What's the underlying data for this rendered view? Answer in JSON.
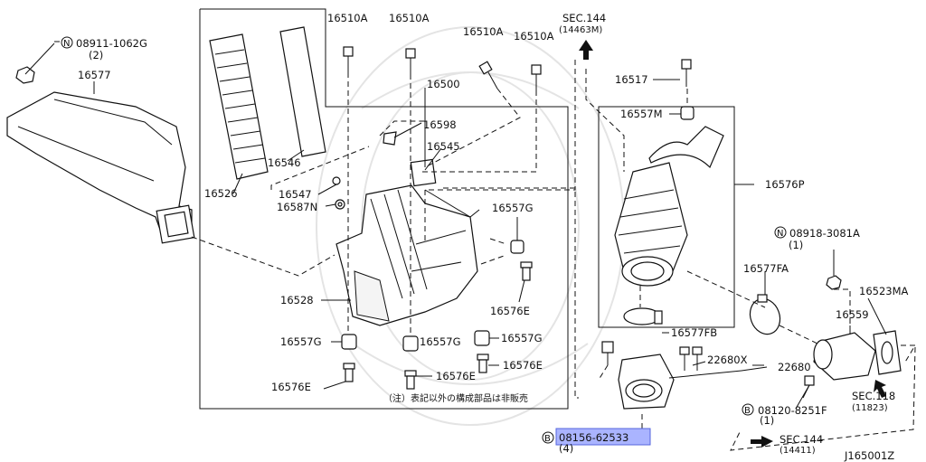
{
  "diagram": {
    "figure_id": "J165001Z",
    "footnote": "（注）表記以外の構成部品は非販売",
    "part_numbers": {
      "p16577": "16577",
      "p08911": "08911-1062G",
      "p08911_qty": "(2)",
      "p16510A_1": "16510A",
      "p16510A_2": "16510A",
      "p16510A_3": "16510A",
      "p16510A_4": "16510A",
      "p16500": "16500",
      "p16598": "16598",
      "p16545": "16545",
      "p16546": "16546",
      "p16526": "16526",
      "p16547": "16547",
      "p16587N": "16587N",
      "p16557G_1": "16557G",
      "p16557G_2": "16557G",
      "p16557G_3": "16557G",
      "p16557G_4": "16557G",
      "p16576E_1": "16576E",
      "p16576E_2": "16576E",
      "p16576E_3": "16576E",
      "p16576E_4": "16576E",
      "p16528": "16528",
      "p16517": "16517",
      "p16557M": "16557M",
      "p16576P": "16576P",
      "p08918": "08918-3081A",
      "p08918_qty": "(1)",
      "p16577FA": "16577FA",
      "p16523MA": "16523MA",
      "p16559": "16559",
      "p16577FB": "16577FB",
      "p22680X": "22680X",
      "p22680": "22680",
      "p08120": "08120-8251F",
      "p08120_qty": "(1)",
      "p08156": "08156-62533",
      "p08156_qty": "(4)"
    },
    "section_refs": {
      "sec144_top": "SEC.144",
      "sec144_top_sub": "(14463M)",
      "sec118": "SEC.118",
      "sec118_sub": "(11823)",
      "sec144_bottom": "SEC.144",
      "sec144_bottom_sub": "(14411)"
    },
    "symbols": {
      "nut_symbol": "N",
      "bolt_symbol": "B"
    },
    "highlight_color": "#aab4ff"
  }
}
